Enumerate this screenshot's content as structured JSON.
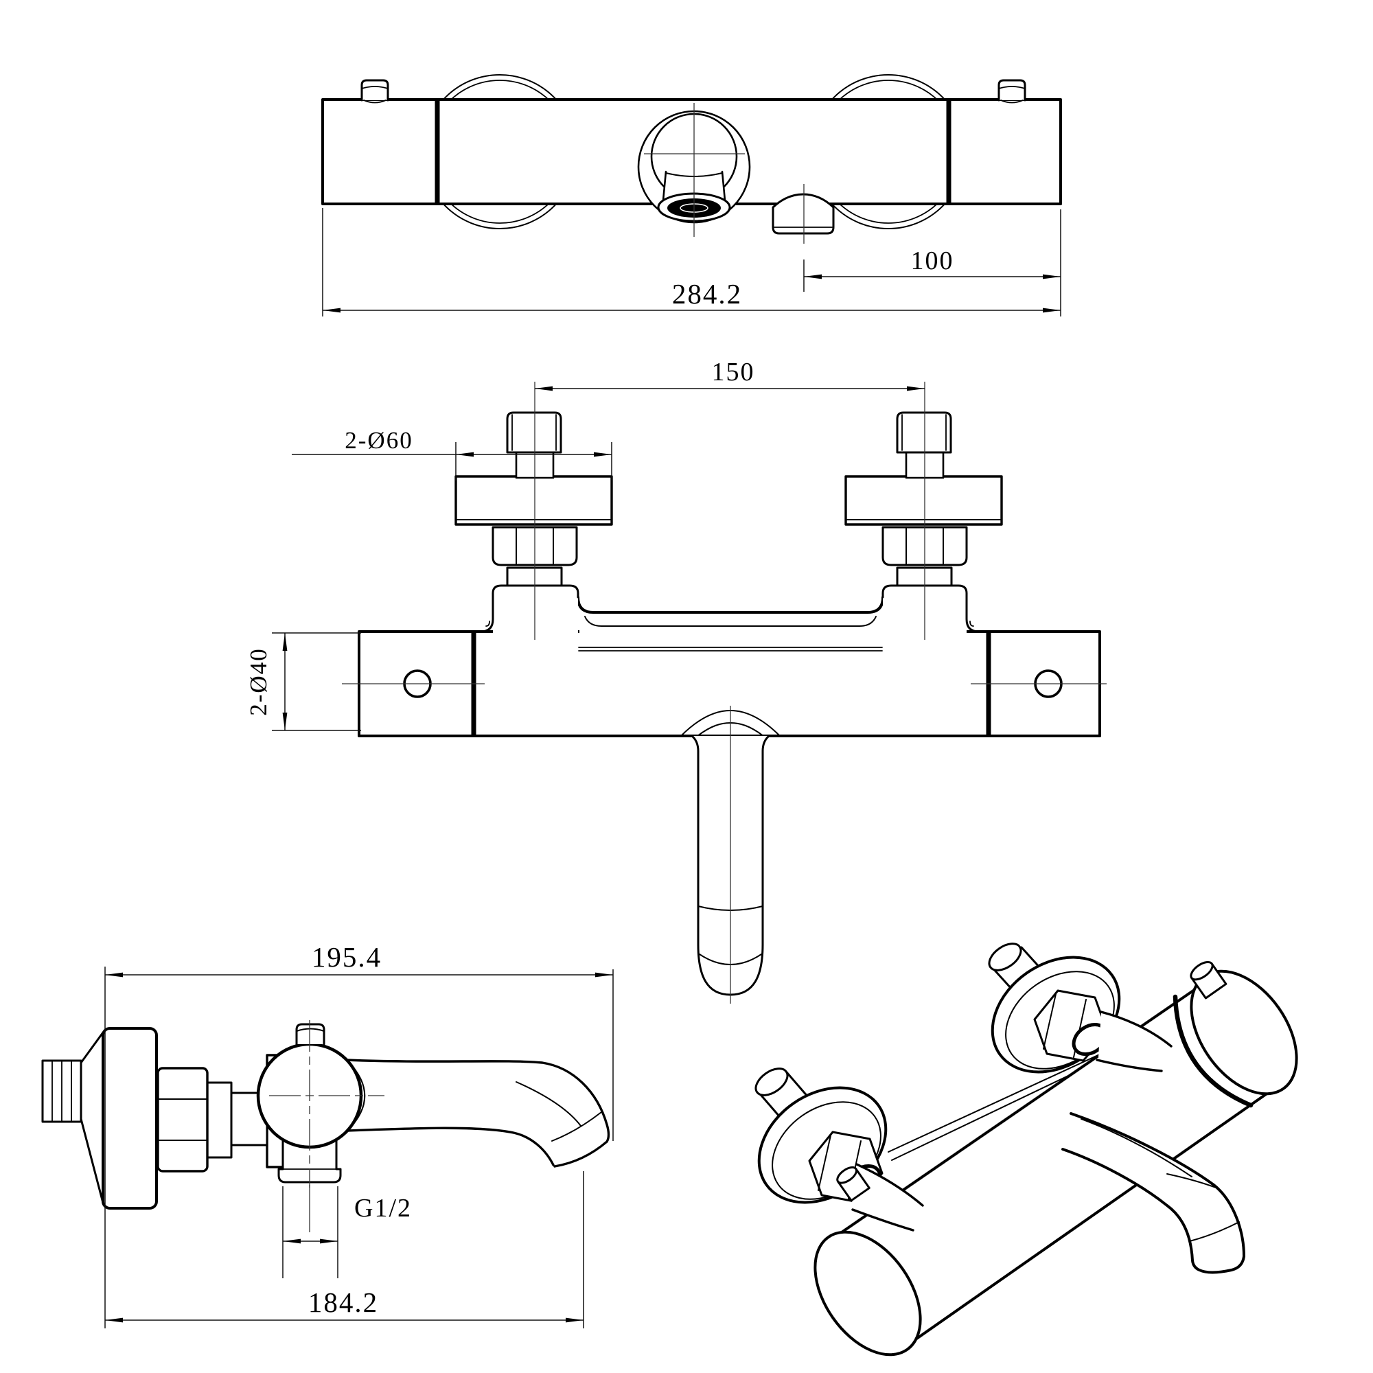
{
  "background": "#ffffff",
  "line_color": "#000000",
  "drawing": {
    "type": "technical-drawing",
    "subject": "wall-mounted thermostatic bath shower mixer tap",
    "views": {
      "top": {
        "dims": {
          "overall_length": "284.2",
          "outlet_to_end": "100"
        }
      },
      "front": {
        "dims": {
          "connection_centers": "150",
          "escutcheon_diameter": "2-Ø60",
          "body_diameter": "2-Ø40"
        }
      },
      "side": {
        "dims": {
          "overall_depth": "195.4",
          "outlet_thread": "G1/2",
          "spout_depth": "184.2"
        }
      },
      "perspective": {}
    }
  }
}
